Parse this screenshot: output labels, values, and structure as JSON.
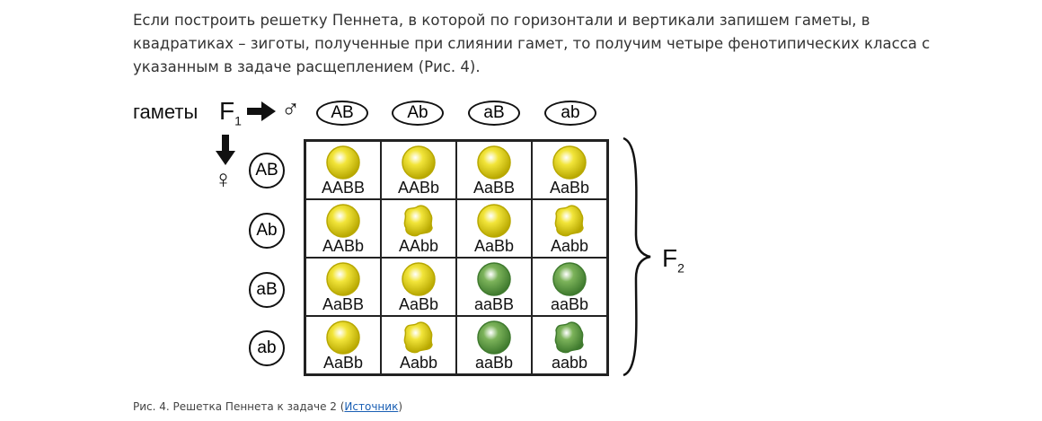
{
  "paragraph": "Если построить решетку Пеннета, в которой по горизонтали и вертикали запишем гаметы, в квадратиках – зиготы, полученные при слиянии гамет, то получим четыре фенотипических класса с указанным в задаче расщеплением (Рис. 4).",
  "figure": {
    "gametes_label": "гаметы",
    "f1": "F",
    "f1_sub": "1",
    "male": "♂",
    "female": "♀",
    "f2": "F",
    "f2_sub": "2",
    "male_gametes": [
      "AB",
      "Ab",
      "aB",
      "ab"
    ],
    "female_gametes": [
      "AB",
      "Ab",
      "aB",
      "ab"
    ],
    "colors": {
      "yellow": "#f2e53a",
      "green": "#7cb35a"
    },
    "cells": [
      [
        {
          "g": "AABB",
          "c": "yellow",
          "s": "round"
        },
        {
          "g": "AABb",
          "c": "yellow",
          "s": "round"
        },
        {
          "g": "AaBB",
          "c": "yellow",
          "s": "round"
        },
        {
          "g": "AaBb",
          "c": "yellow",
          "s": "round"
        }
      ],
      [
        {
          "g": "AABb",
          "c": "yellow",
          "s": "round"
        },
        {
          "g": "AAbb",
          "c": "yellow",
          "s": "wrinkled"
        },
        {
          "g": "AaBb",
          "c": "yellow",
          "s": "round"
        },
        {
          "g": "Aabb",
          "c": "yellow",
          "s": "wrinkled"
        }
      ],
      [
        {
          "g": "AaBB",
          "c": "yellow",
          "s": "round"
        },
        {
          "g": "AaBb",
          "c": "yellow",
          "s": "round"
        },
        {
          "g": "aaBB",
          "c": "green",
          "s": "round"
        },
        {
          "g": "aaBb",
          "c": "green",
          "s": "round"
        }
      ],
      [
        {
          "g": "AaBb",
          "c": "yellow",
          "s": "round"
        },
        {
          "g": "Aabb",
          "c": "yellow",
          "s": "wrinkled"
        },
        {
          "g": "aaBb",
          "c": "green",
          "s": "round"
        },
        {
          "g": "aabb",
          "c": "green",
          "s": "wrinkled"
        }
      ]
    ]
  },
  "caption": {
    "text": "Рис. 4. Решетка Пеннета к задаче 2 (",
    "link": "Источник",
    "end": ")"
  }
}
